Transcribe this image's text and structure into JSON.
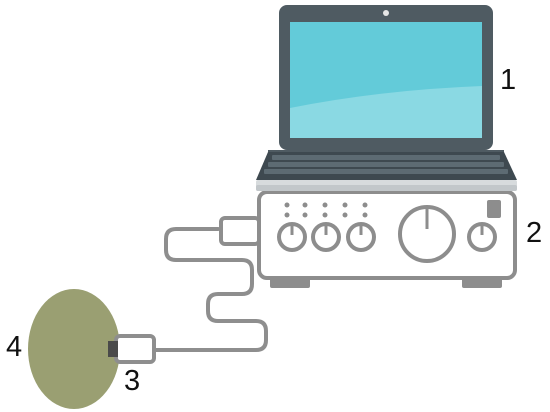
{
  "labels": {
    "laptop": "1",
    "amplifier": "2",
    "connector": "3",
    "disc": "4"
  },
  "colors": {
    "laptop_body": "#4f5b62",
    "screen": "#63cbd9",
    "screen_highlight": "#8ad9e3",
    "keyboard_deck": "#3e4950",
    "keys": "#5d6b73",
    "amp_outline": "#8d8d8d",
    "amp_fill": "#ffffff",
    "cable": "#8e8e8e",
    "disc": "#9a9f72",
    "label_text": "#111111"
  },
  "icons": {
    "laptop": "laptop-icon",
    "amplifier": "amplifier-icon",
    "cable": "usb-cable-icon",
    "disc": "disc-icon"
  }
}
